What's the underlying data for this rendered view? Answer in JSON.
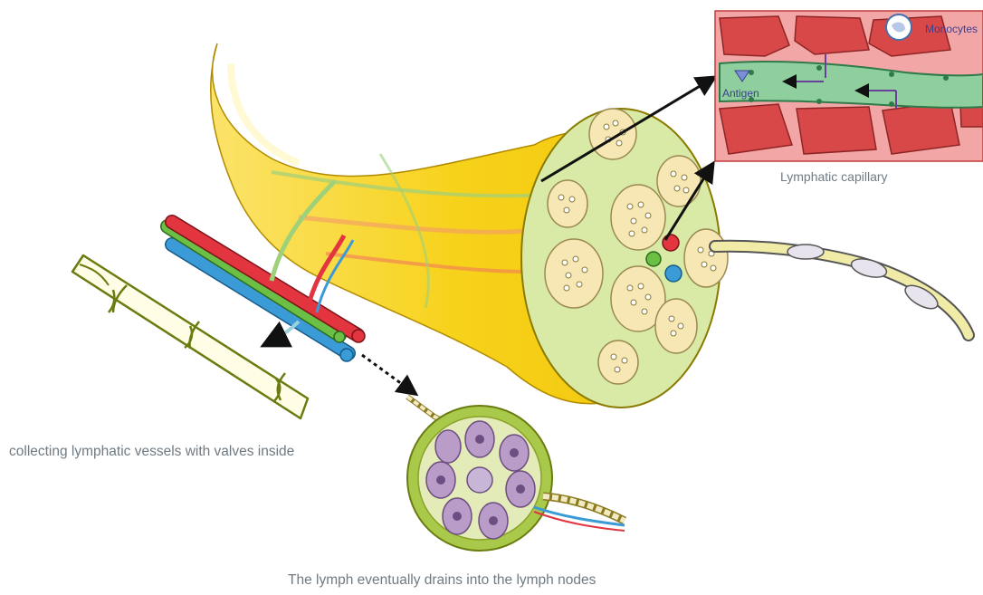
{
  "labels": {
    "collecting_vessels": "collecting lymphatic vessels with valves inside",
    "lymph_nodes": "The lymph eventually drains into the lymph nodes",
    "lymphatic_capillary": "Lymphatic capillary",
    "monocytes": "Monocytes",
    "antigen": "Antigen"
  },
  "colors": {
    "nerve_yellow": "#f7d21a",
    "cross_section_green": "#d8eaa6",
    "fascicle_cream": "#f6e7b4",
    "vessel_red": "#e2353f",
    "vessel_green": "#6bbf45",
    "vessel_blue": "#3b9bd6",
    "capillary_green": "#8ecf9d",
    "tissue_pink": "#f3a6a6",
    "cell_red": "#d94848",
    "node_purple": "#b99cc7",
    "label_grey": "#6f7a82"
  }
}
